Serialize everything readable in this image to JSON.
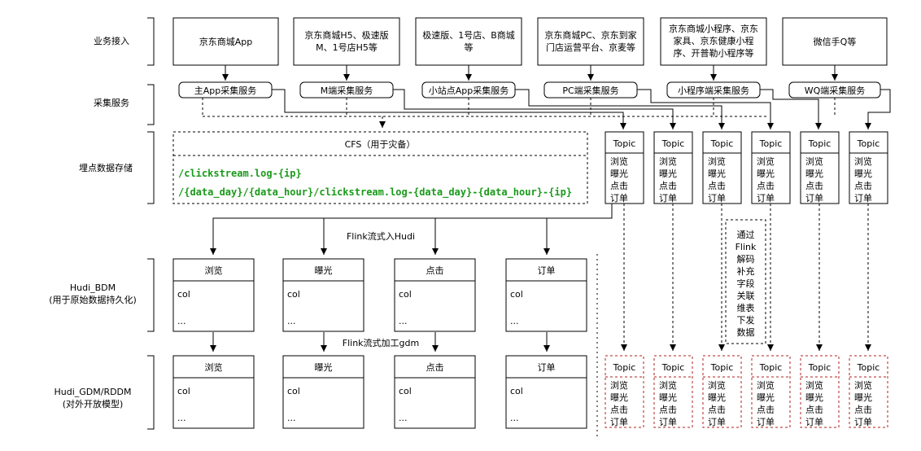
{
  "rows": {
    "business": "业务接入",
    "collect": "采集服务",
    "storage": "埋点数据存储",
    "bdm_line1": "Hudi_BDM",
    "bdm_line2": "(用于原始数据持久化)",
    "gdm_line1": "Hudi_GDM/RDDM",
    "gdm_line2": "(对外开放模型)"
  },
  "business_boxes": [
    [
      "京东商城App"
    ],
    [
      "京东商城H5、极速版",
      "M、1号店H5等"
    ],
    [
      "极速版、1号店、B商城",
      "等"
    ],
    [
      "京东商城PC、京东到家",
      "门店运营平台、京麦等"
    ],
    [
      "京东商城小程序、京东",
      "家具、京东健康小程",
      "序、开普勒小程序等"
    ],
    [
      "微信手Q等"
    ]
  ],
  "services": [
    "主App采集服务",
    "M端采集服务",
    "小站点App采集服务",
    "PC端采集服务",
    "小程序端采集服务",
    "WQ端采集服务"
  ],
  "cfs": {
    "title": "CFS（用于灾备）",
    "path1": "/clickstream.log-{ip}",
    "path2": "/{data_day}/{data_hour}/clickstream.log-{data_day}-{data_hour}-{ip}"
  },
  "topic": {
    "title": "Topic",
    "items": [
      "浏览",
      "曝光",
      "点击",
      "订单"
    ]
  },
  "flink_hudi": "Flink流式入Hudi",
  "flink_gdm": "Flink流式加工gdm",
  "decode_note": [
    "通过",
    "Flink",
    "解码",
    "补充",
    "字段",
    "关联",
    "维表",
    "下发",
    "数据"
  ],
  "tables": {
    "names": [
      "浏览",
      "曝光",
      "点击",
      "订单"
    ],
    "col": "col",
    "more": "..."
  }
}
